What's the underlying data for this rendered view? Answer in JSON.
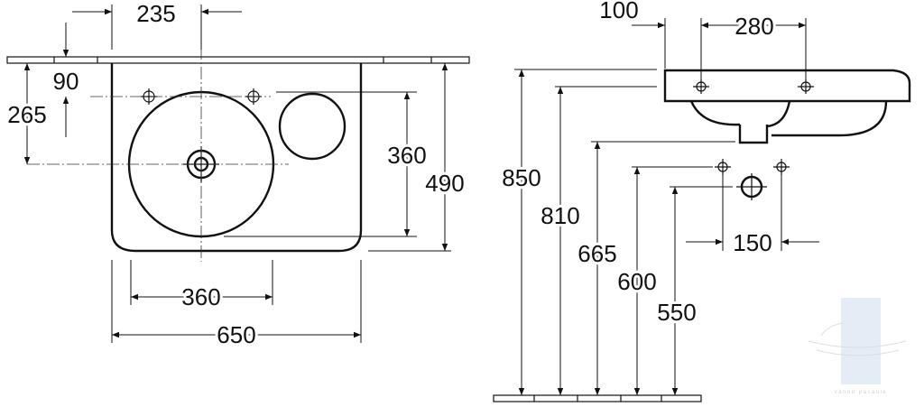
{
  "top_view": {
    "d_235": "235",
    "d_90": "90",
    "d_265": "265",
    "d_360_height": "360",
    "d_490": "490",
    "d_360_width": "360",
    "d_650": "650"
  },
  "side_view": {
    "d_100": "100",
    "d_280": "280",
    "d_850": "850",
    "d_810": "810",
    "d_665": "665",
    "d_600": "600",
    "d_550": "550",
    "d_150": "150"
  },
  "watermark": "vannu pasaule"
}
